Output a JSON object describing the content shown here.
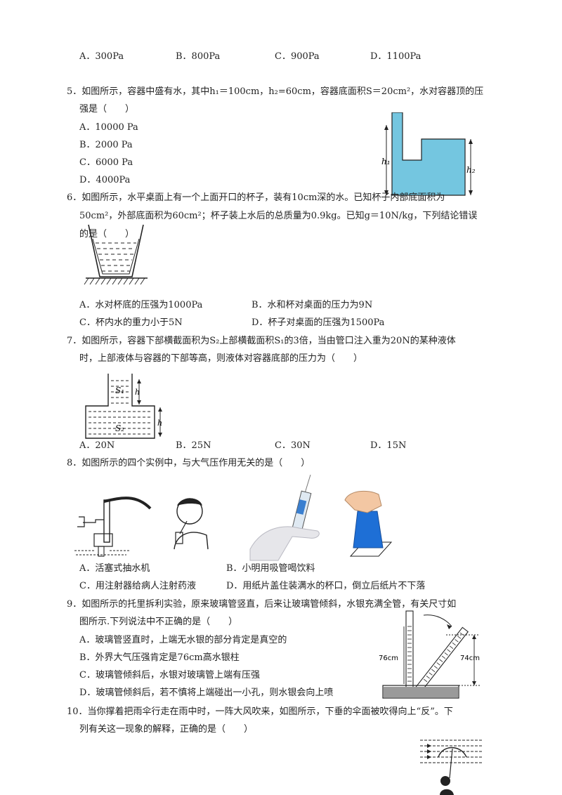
{
  "q4_options": [
    "A．300Pa",
    "B．800Pa",
    "C．900Pa",
    "D．1100Pa"
  ],
  "q5": {
    "stem_l1": "5．如图所示，容器中盛有水，其中h₁＝100cm，h₂=60cm，容器底面积S＝20cm²，水对容器顶的压",
    "stem_l2": "强是（　　）",
    "options": [
      "A．10000 Pa",
      "B．2000 Pa",
      "C．6000 Pa",
      "D．4000Pa"
    ],
    "fig_labels": {
      "h1": "h₁",
      "h2": "h₂"
    }
  },
  "q6": {
    "stem_l1": "6．如图所示，水平桌面上有一个上面开口的杯子，装有10cm深的水。已知杯子内部底面积为",
    "stem_l2": "50cm²，外部底面积为60cm²；杯子装上水后的总质量为0.9kg。已知g＝10N/kg，下列结论错误",
    "stem_l3": "的是（　　）",
    "options": [
      "A．水对杯底的压强为1000Pa",
      "B．水和杯对桌面的压力为9N",
      "C．杯内水的重力小于5N",
      "D．杯子对桌面的压强为1500Pa"
    ]
  },
  "q7": {
    "stem_l1": "7．如图所示，容器下部横截面积为S₂上部横截面积S₁的3倍，当由管口注入重为20N的某种液体",
    "stem_l2": "时，上部液体与容器的下部等高，则液体对容器底部的压力为（　　）",
    "options": [
      "A．20N",
      "B．25N",
      "C．30N",
      "D．15N"
    ],
    "fig_labels": {
      "s1": "S₁",
      "s2": "S₂",
      "h_top": "h",
      "h_bottom": "h"
    }
  },
  "q8": {
    "stem": "8．如图所示的四个实例中，与大气压作用无关的是（　　）",
    "options": [
      "A．活塞式抽水机",
      "B．小明用吸管喝饮料",
      "C．用注射器给病人注射药液",
      "D．用纸片盖住装满水的杯口，倒立后纸片不下落"
    ]
  },
  "q9": {
    "stem_l1": "9．如图所示的托里拆利实验，原来玻璃管竖直，后来让玻璃管倾斜，水银充满全管，有关尺寸如",
    "stem_l2": "图所示.下列说法中不正确的是（　　）",
    "options": [
      "A．玻璃管竖直时，上端无水银的部分肯定是真空的",
      "B．外界大气压强肯定是76cm高水银柱",
      "C．玻璃管倾斜后，水银对玻璃管上端有压强",
      "D．玻璃管倾斜后，若不慎将上端碰出一小孔，则水银会向上喷"
    ],
    "fig_labels": {
      "left": "76cm",
      "right": "74cm"
    }
  },
  "q10": {
    "stem_l1": "10．当你撑着把雨伞行走在雨中时，一阵大风吹来，如图所示，下垂的伞面被吹得向上“反”。下",
    "stem_l2": "列有关这一现象的解释，正确的是（　　）"
  },
  "colors": {
    "water": "#74c6e0",
    "text": "#222222"
  }
}
